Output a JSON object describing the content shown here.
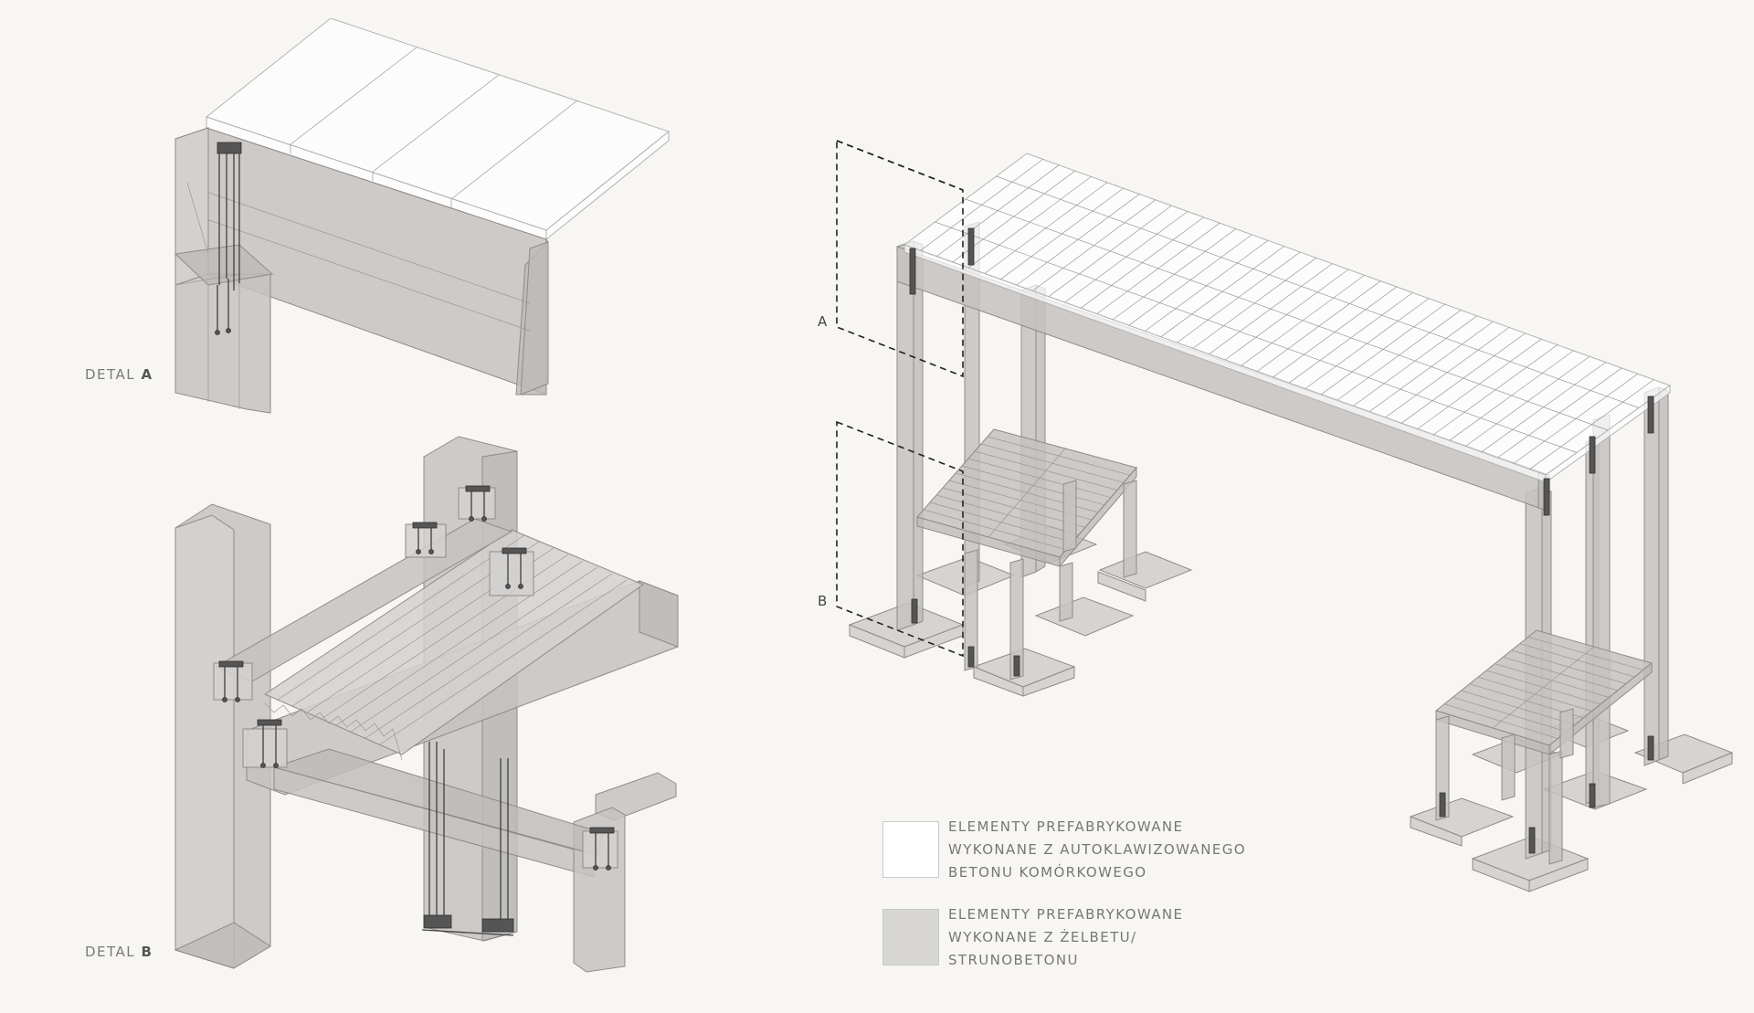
{
  "details": {
    "a": {
      "prefix": "DETAL",
      "letter": "A"
    },
    "b": {
      "prefix": "DETAL",
      "letter": "B"
    }
  },
  "callouts": {
    "a": "A",
    "b": "B"
  },
  "legend": [
    {
      "swatch_color": "#ffffff",
      "lines": [
        "ELEMENTY PREFABRYKOWANE",
        "WYKONANE Z AUTOKLAWIZOWANEGO",
        "BETONU KOMÓRKOWEGO"
      ]
    },
    {
      "swatch_color": "#d8d6d4",
      "lines": [
        "ELEMENTY PREFABRYKOWANE",
        "WYKONANE Z ŻELBETU/",
        "STRUNOBETONU"
      ]
    }
  ],
  "colors": {
    "background": "#f8f6f3",
    "concrete": "#c8c5c3",
    "concrete_edge": "#8f8c8a",
    "aac": "#ffffff",
    "aac_edge": "#b5b5b5",
    "hardware": "#4a4a4a"
  }
}
